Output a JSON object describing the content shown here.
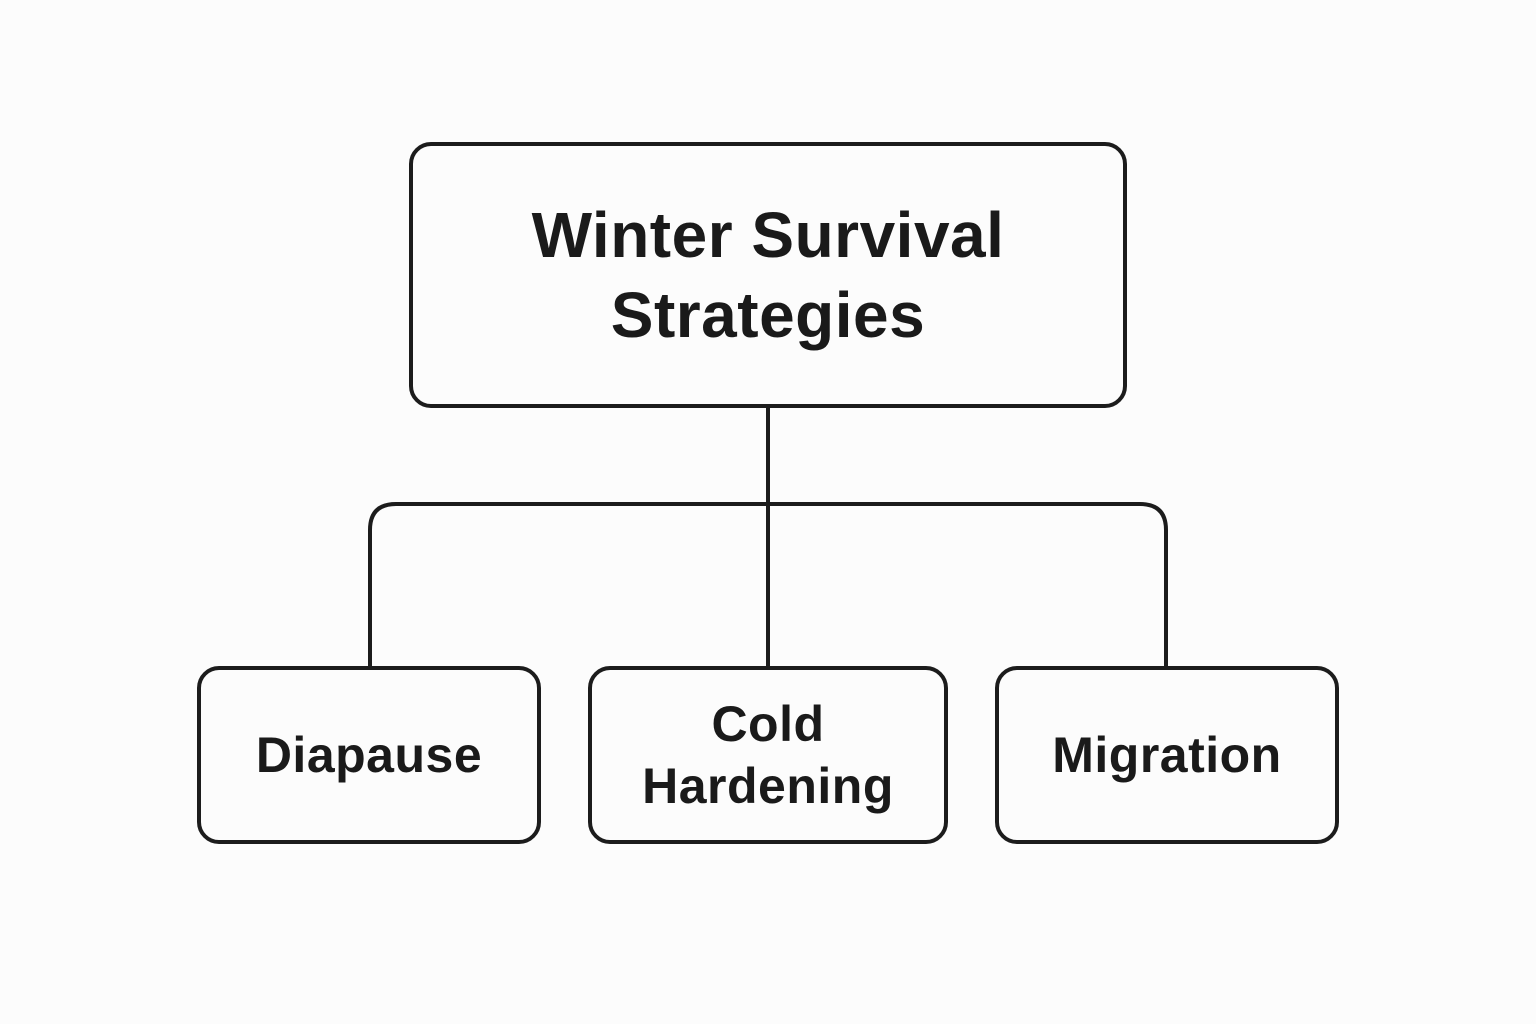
{
  "diagram": {
    "root": {
      "line1": "Winter Survival",
      "line2": "Strategies"
    },
    "children": [
      {
        "line1": "Diapause",
        "line2": ""
      },
      {
        "line1": "Cold",
        "line2": "Hardening"
      },
      {
        "line1": "Migration",
        "line2": ""
      }
    ]
  },
  "colors": {
    "stroke": "#1c1c1c",
    "background": "#fcfcfc",
    "text": "#1a1a1a"
  }
}
